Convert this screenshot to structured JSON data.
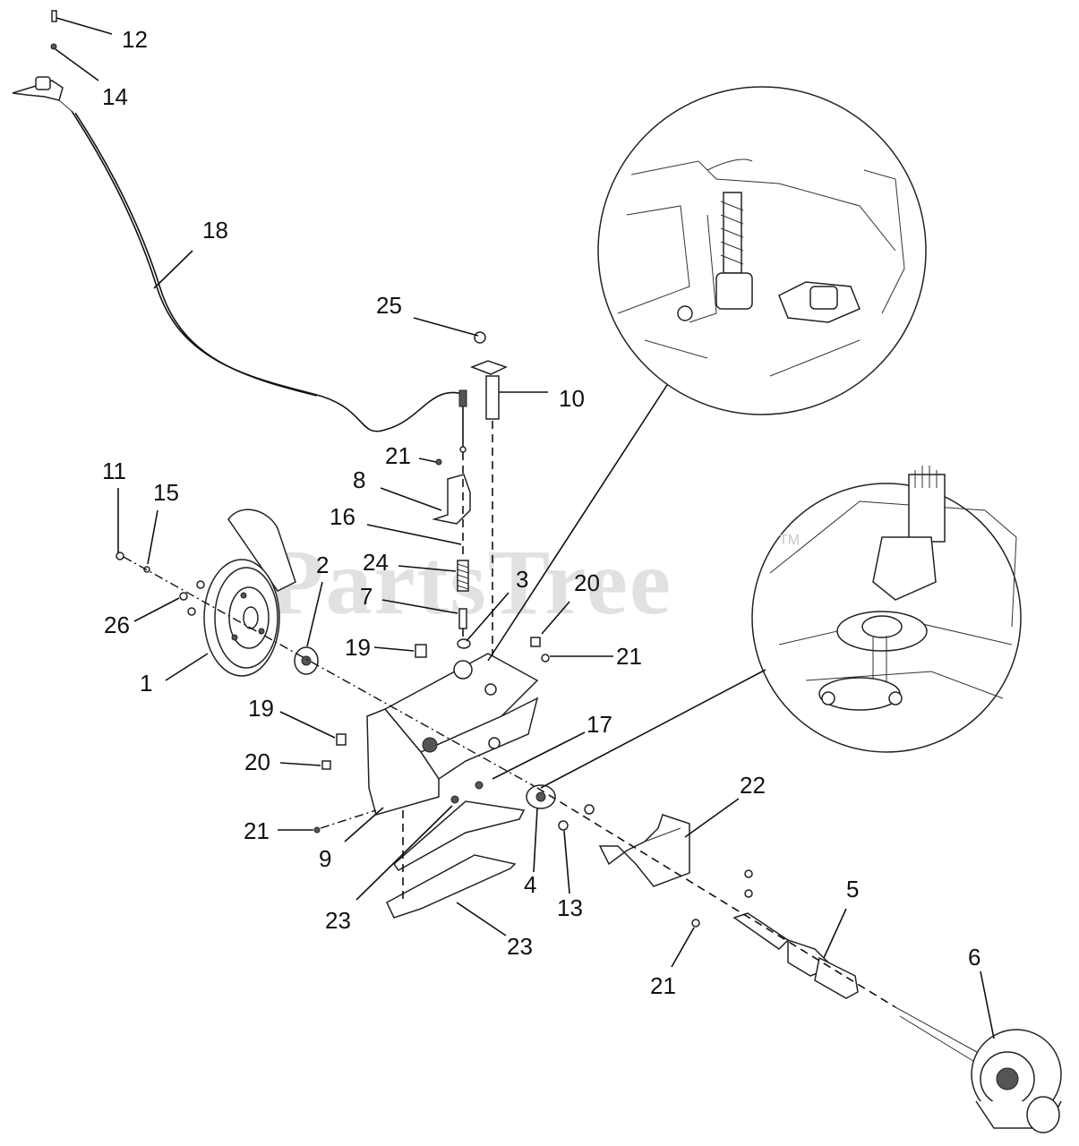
{
  "watermark": {
    "text": "PartsTree",
    "trademark": "TM"
  },
  "callouts": [
    "12",
    "14",
    "18",
    "25",
    "10",
    "21",
    "8",
    "11",
    "15",
    "16",
    "24",
    "2",
    "3",
    "20",
    "7",
    "26",
    "19",
    "21",
    "1",
    "19",
    "17",
    "20",
    "22",
    "21",
    "9",
    "4",
    "13",
    "23",
    "5",
    "23",
    "21",
    "6"
  ],
  "colors": {
    "line": "#111111",
    "watermark": "#c9c9c9",
    "background": "#ffffff"
  }
}
